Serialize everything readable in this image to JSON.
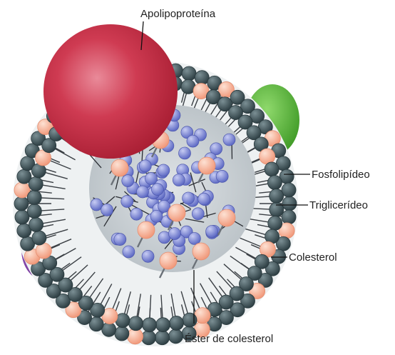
{
  "labels": {
    "apolipoprotein": "Apolipoproteína",
    "phospholipid": "Fosfolipídeo",
    "triglyceride": "Triglicerídeo",
    "cholesterol": "Colesterol",
    "cholesterol_ester": "Éster de colesterol"
  },
  "colors": {
    "apolipoprotein_red": "#c0283f",
    "apolipoprotein_green": "#57b43a",
    "apolipoprotein_purple": "#8a4bb0",
    "phospholipid_head": "#3e5156",
    "cholesterol_head": "#f7b39a",
    "triglyceride_bead": "#7b86d6",
    "core_fill": "#c9d0d4",
    "shell_fill": "#eef1f2"
  }
}
